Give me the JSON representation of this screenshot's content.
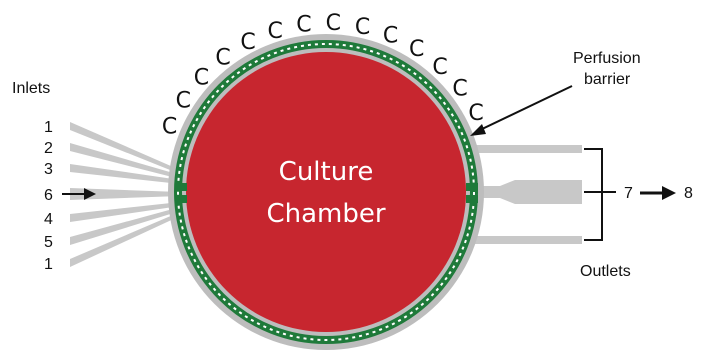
{
  "labels": {
    "inlets": "Inlets",
    "outlets": "Outlets",
    "perfusion_barrier_line1": "Perfusion",
    "perfusion_barrier_line2": "barrier",
    "chamber_line1": "Culture",
    "chamber_line2": "Chamber",
    "outlet_group": "7",
    "outlet_target": "8"
  },
  "inlet_numbers": [
    "1",
    "2",
    "3",
    "6",
    "4",
    "5",
    "1"
  ],
  "cell_marker": "C",
  "colors": {
    "chamber": "#c7262f",
    "ring": "#bdbdbd",
    "barrier": "#1f7a3a",
    "channel": "#c8c8c8",
    "text": "#111111"
  }
}
